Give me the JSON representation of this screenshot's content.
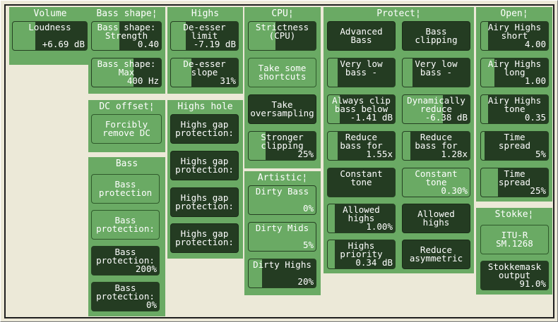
{
  "panels": [
    {
      "title": "Volume",
      "controls": [
        {
          "label": "Loudness",
          "value": "+6.69 dB",
          "level": 0.3
        }
      ]
    },
    {
      "title": "Bass shape¦",
      "controls": [
        {
          "label": "Bass shape:\nStrength",
          "value": "0.40",
          "level": 0.4
        },
        {
          "label": "Bass shape:\nMax",
          "value": "400 Hz",
          "level": 0.6
        }
      ]
    },
    {
      "title": "Highs",
      "controls": [
        {
          "label": "De-esser\nlimit",
          "value": "-7.19 dB",
          "level": 0.22
        },
        {
          "label": "De-esser\nslope",
          "value": "31%",
          "level": 0.31
        }
      ]
    },
    {
      "title": "CPU¦",
      "controls": [
        {
          "label": "Strictness\n(CPU)",
          "value": "",
          "level": 0.4
        },
        {
          "label": "Take some\nshortcuts",
          "state": "off"
        },
        {
          "label": "Take\noversampling",
          "state": "on"
        },
        {
          "label": "Stronger\nclipping",
          "value": "25%",
          "level": 0.25
        }
      ]
    },
    {
      "title": "Protect¦",
      "controls": [
        {
          "label": "Advanced\nBass",
          "state": "on"
        },
        {
          "label": "Bass\nclipping",
          "state": "on"
        },
        {
          "label": "Very low\nbass -",
          "value": "",
          "level": 0.15
        },
        {
          "label": "Very low\nbass -",
          "value": "",
          "level": 0.15
        },
        {
          "label": "Always clip\nbass below",
          "value": "-1.41 dB",
          "level": 0.18
        },
        {
          "label": "Dynamically\nreduce",
          "value": "-6.38 dB",
          "level": 0.6
        },
        {
          "label": "Reduce\nbass for",
          "value": "1.55x",
          "level": 0.15
        },
        {
          "label": "Reduce\nbass for",
          "value": "1.28x",
          "level": 0.12
        },
        {
          "label": "Constant\ntone",
          "value": "",
          "level": 0.0
        },
        {
          "label": "Constant\ntone",
          "value": "0.30%",
          "level": 1.0
        },
        {
          "label": "Allowed\nhighs",
          "value": "1.00%",
          "level": 0.1
        },
        {
          "label": "Allowed\nhighs",
          "state": "on"
        },
        {
          "label": "Highs\npriority",
          "value": "0.34 dB",
          "level": 0.1
        },
        {
          "label": "Reduce\nasymmetric",
          "state": "on"
        }
      ]
    },
    {
      "title": "Open¦",
      "controls": [
        {
          "label": "Airy Highs\nshort",
          "value": "4.00",
          "level": 0.1
        },
        {
          "label": "Airy Highs\nlong",
          "value": "1.00",
          "level": 0.2
        },
        {
          "label": "Airy Highs\ntone",
          "value": "0.35",
          "level": 0.1
        },
        {
          "label": "Time\nspread",
          "value": "5%",
          "level": 0.05
        },
        {
          "label": "Time\nspread",
          "value": "25%",
          "level": 0.25
        }
      ]
    },
    {
      "title": "DC offset¦",
      "controls": [
        {
          "label": "Forcibly\nremove DC",
          "state": "off"
        }
      ]
    },
    {
      "title": "Highs hole",
      "controls": [
        {
          "label": "Highs gap\nprotection:",
          "state": "on"
        },
        {
          "label": "Highs gap\nprotection:",
          "state": "on"
        },
        {
          "label": "Highs gap\nprotection:",
          "state": "on"
        },
        {
          "label": "Highs gap\nprotection:",
          "state": "on"
        }
      ]
    },
    {
      "title": "Bass",
      "controls": [
        {
          "label": "Bass\nprotection",
          "state": "off"
        },
        {
          "label": "Bass\nprotection:",
          "state": "off"
        },
        {
          "label": "Bass\nprotection:",
          "value": "200%",
          "level": 0.0
        },
        {
          "label": "Bass\nprotection:",
          "value": "0%",
          "level": 0.0
        }
      ]
    },
    {
      "title": "Artistic¦",
      "controls": [
        {
          "label": "Dirty Bass",
          "value": "0%",
          "level": 1.0
        },
        {
          "label": "Dirty Mids",
          "value": "5%",
          "level": 1.0
        },
        {
          "label": "Dirty Highs",
          "value": "20%",
          "level": 0.2
        }
      ]
    },
    {
      "title": "Stokke¦",
      "controls": [
        {
          "label": "ITU-R\nSM.1268",
          "state": "off"
        },
        {
          "label": "Stokkemask\noutput",
          "value": "91.0%",
          "level": 0.0
        }
      ]
    }
  ],
  "colors": {
    "panel": "#6aaa64",
    "dark": "#243c22",
    "text": "#ffffff",
    "background": "#ece9d8"
  }
}
